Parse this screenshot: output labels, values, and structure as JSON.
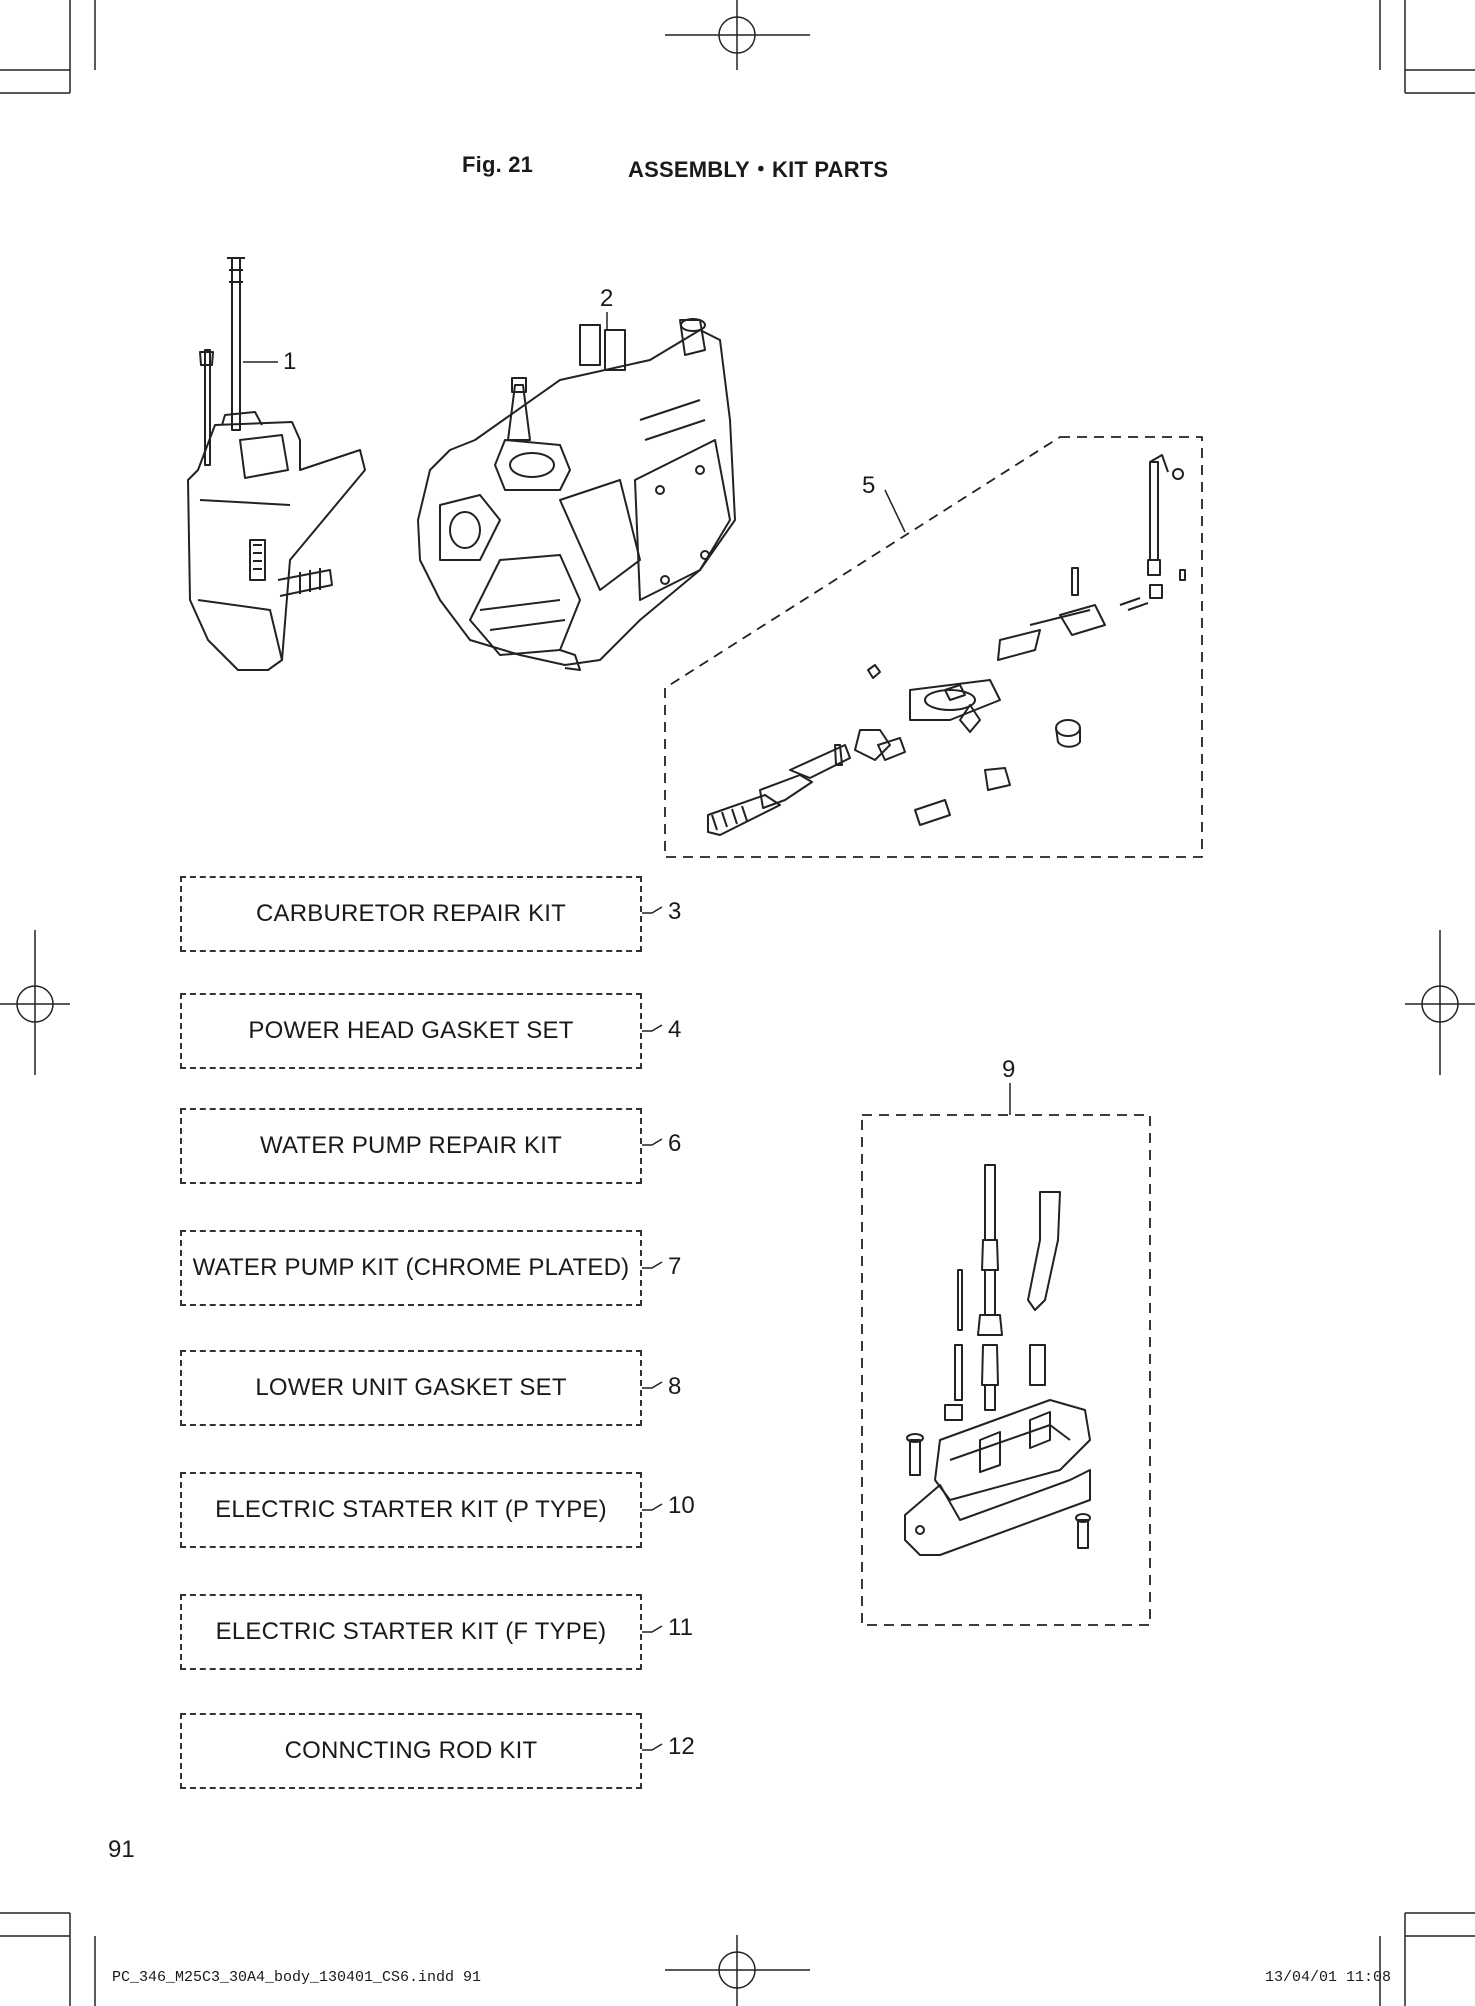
{
  "header": {
    "fig_label": "Fig. 21",
    "title": "ASSEMBLY・KIT PARTS"
  },
  "callouts": [
    "1",
    "2",
    "5",
    "9"
  ],
  "kits": [
    {
      "label": "CARBURETOR REPAIR KIT",
      "number": "3"
    },
    {
      "label": "POWER HEAD GASKET SET",
      "number": "4"
    },
    {
      "label": "WATER PUMP REPAIR KIT",
      "number": "6"
    },
    {
      "label": "WATER PUMP KIT (CHROME PLATED)",
      "number": "7"
    },
    {
      "label": "LOWER UNIT GASKET SET",
      "number": "8"
    },
    {
      "label": "ELECTRIC STARTER KIT (P TYPE)",
      "number": "10"
    },
    {
      "label": "ELECTRIC STARTER KIT (F TYPE)",
      "number": "11"
    },
    {
      "label": "CONNCTING ROD KIT",
      "number": "12"
    }
  ],
  "page_number": "91",
  "footer": {
    "file": "PC_346_M25C3_30A4_body_130401_CS6.indd   91",
    "timestamp": "13/04/01   11:08"
  },
  "colors": {
    "ink": "#1a1a1a",
    "paper": "#ffffff"
  }
}
